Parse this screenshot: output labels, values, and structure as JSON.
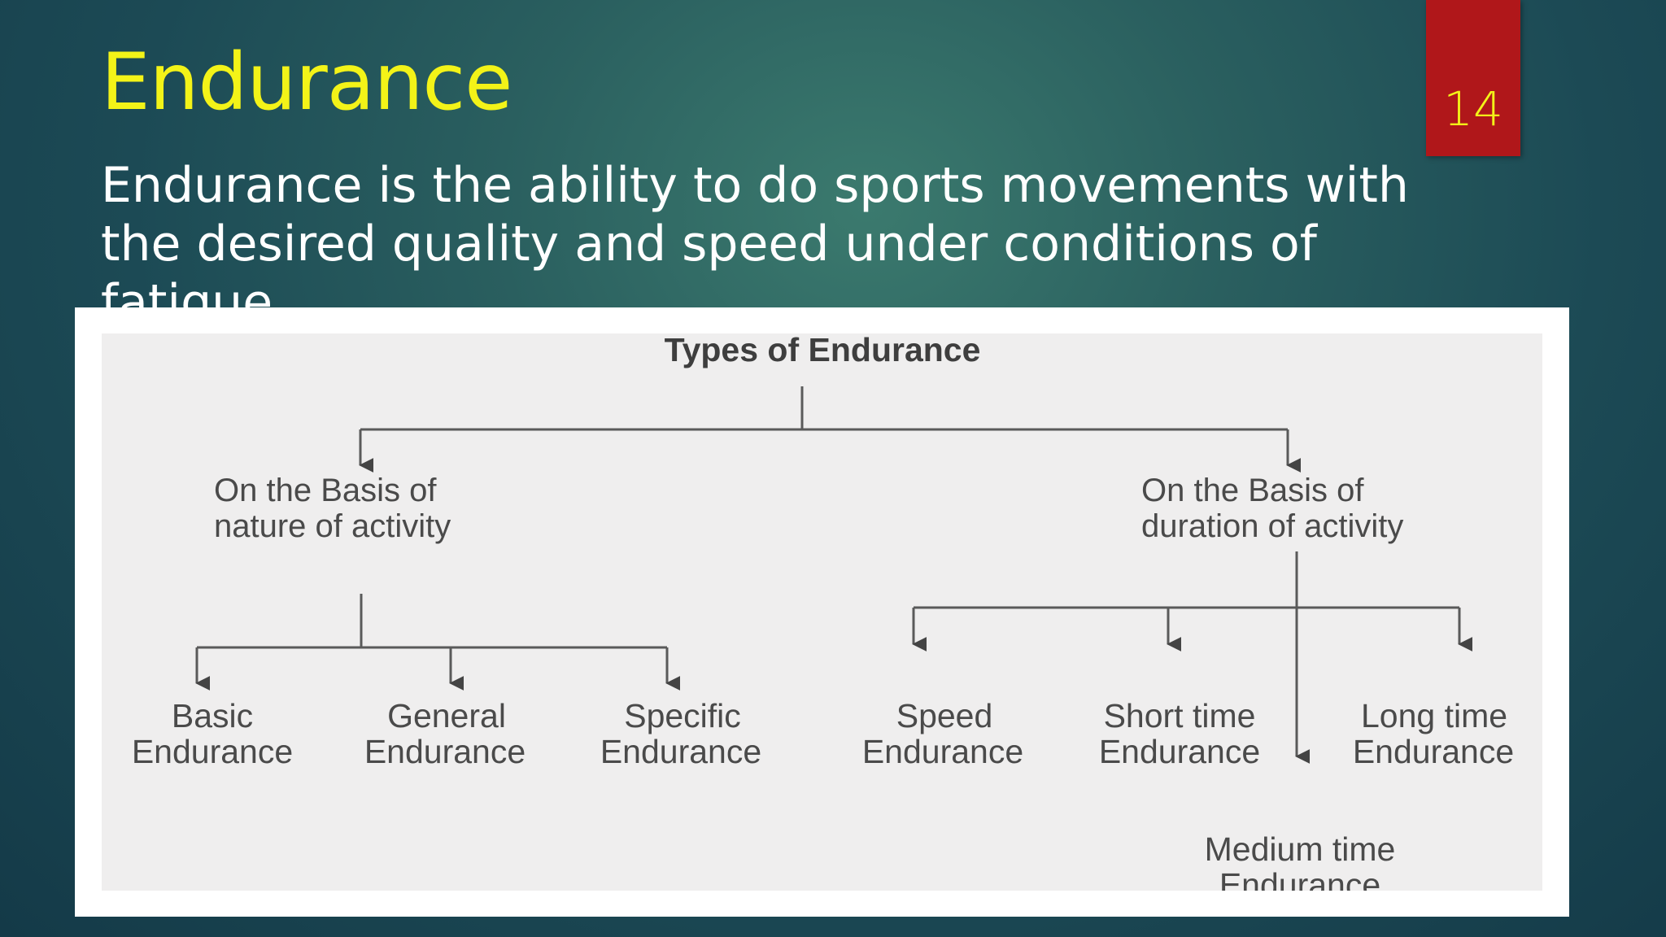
{
  "slide": {
    "title": "Endurance",
    "page_number": "14",
    "description": "Endurance is the ability to do sports movements with the desired quality and speed under conditions of fatigue."
  },
  "diagram": {
    "root": "Types of Endurance",
    "branch_nature": {
      "line1": "On the Basis of",
      "line2": "nature of activity"
    },
    "branch_duration": {
      "line1": "On the Basis of",
      "line2": "duration of activity"
    },
    "leaves": {
      "basic": {
        "line1": "Basic",
        "line2": "Endurance"
      },
      "general": {
        "line1": "General",
        "line2": "Endurance"
      },
      "specific": {
        "line1": "Specific",
        "line2": "Endurance"
      },
      "speed": {
        "line1": "Speed",
        "line2": "Endurance"
      },
      "short_time": {
        "line1": "Short time",
        "line2": "Endurance"
      },
      "long_time": {
        "line1": "Long time",
        "line2": "Endurance"
      },
      "medium_time": {
        "line1": "Medium time",
        "line2": "Endurance"
      }
    }
  },
  "colors": {
    "title": "#f3f318",
    "badge": "#b0171a",
    "diagram_text": "#4a4a4a",
    "diagram_lines": "#555555"
  }
}
